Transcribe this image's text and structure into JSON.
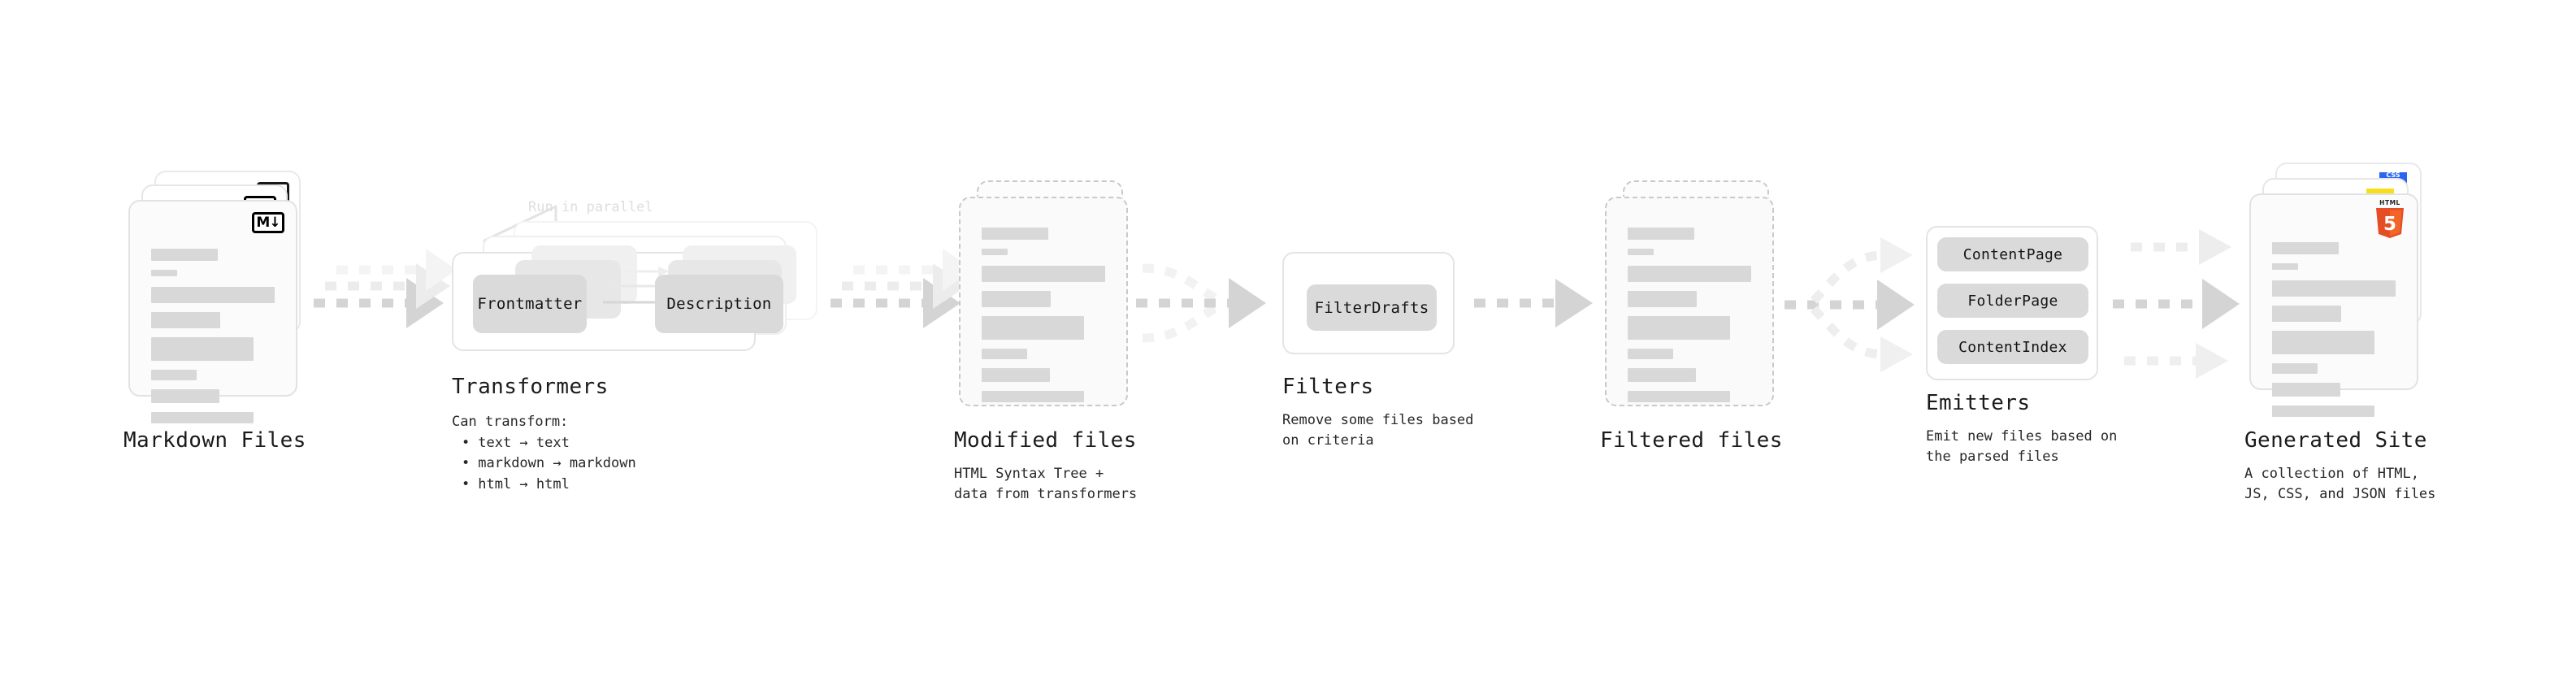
{
  "diagram": {
    "title_font_note": "",
    "accent_colors": {
      "markdown_badge": "#000000",
      "html5_badge": "#e44d26",
      "js_badge": "#f7df1e",
      "css_badge": "#2965f1",
      "chip_fill": "#dadada",
      "card_line": "#d8d8d8",
      "arrow": "#d4d4d4"
    },
    "stages": [
      {
        "key": "markdown_files",
        "title": "Markdown Files",
        "subtitle": "",
        "badge": "markdown-badge",
        "badge_text": "M↓",
        "card_count": 3,
        "card_style": "solid"
      },
      {
        "key": "transformers",
        "title": "Transformers",
        "subtitle_lead": "Can transform:",
        "subtitle_items": [
          "text → text",
          "markdown → markdown",
          "html → html"
        ],
        "parallel_note": "Run in parallel",
        "chips": [
          "Frontmatter",
          "Description"
        ],
        "box_count": 3
      },
      {
        "key": "modified_files",
        "title": "Modified files",
        "subtitle": "HTML Syntax Tree +\ndata from transformers",
        "card_count": 2,
        "card_style": "dashed"
      },
      {
        "key": "filters",
        "title": "Filters",
        "subtitle": "Remove some files based\non criteria",
        "chips": [
          "FilterDrafts"
        ],
        "box_count": 1
      },
      {
        "key": "filtered_files",
        "title": "Filtered files",
        "subtitle": "",
        "card_count": 2,
        "card_style": "dashed"
      },
      {
        "key": "emitters",
        "title": "Emitters",
        "subtitle": "Emit new files based on\nthe parsed files",
        "chips": [
          "ContentPage",
          "FolderPage",
          "ContentIndex"
        ],
        "box_count": 1
      },
      {
        "key": "generated_site",
        "title": "Generated Site",
        "subtitle": "A collection of HTML,\nJS, CSS, and JSON files",
        "badges": [
          "css-badge",
          "js-badge",
          "html5-badge"
        ],
        "badge_text_css": "CSS",
        "badge_text_html": "HTML",
        "badge_digit_html": "5",
        "card_count": 3,
        "card_style": "solid"
      }
    ],
    "connectors": [
      {
        "key": "md-to-transformers",
        "style": "three-parallel-merge-right"
      },
      {
        "key": "transformers-to-modified",
        "style": "three-parallel"
      },
      {
        "key": "modified-to-filters",
        "style": "merge-into-one"
      },
      {
        "key": "filters-to-filtered",
        "style": "single"
      },
      {
        "key": "filtered-to-emitters",
        "style": "fan-out-three"
      },
      {
        "key": "emitters-to-site",
        "style": "three-parallel"
      }
    ]
  }
}
